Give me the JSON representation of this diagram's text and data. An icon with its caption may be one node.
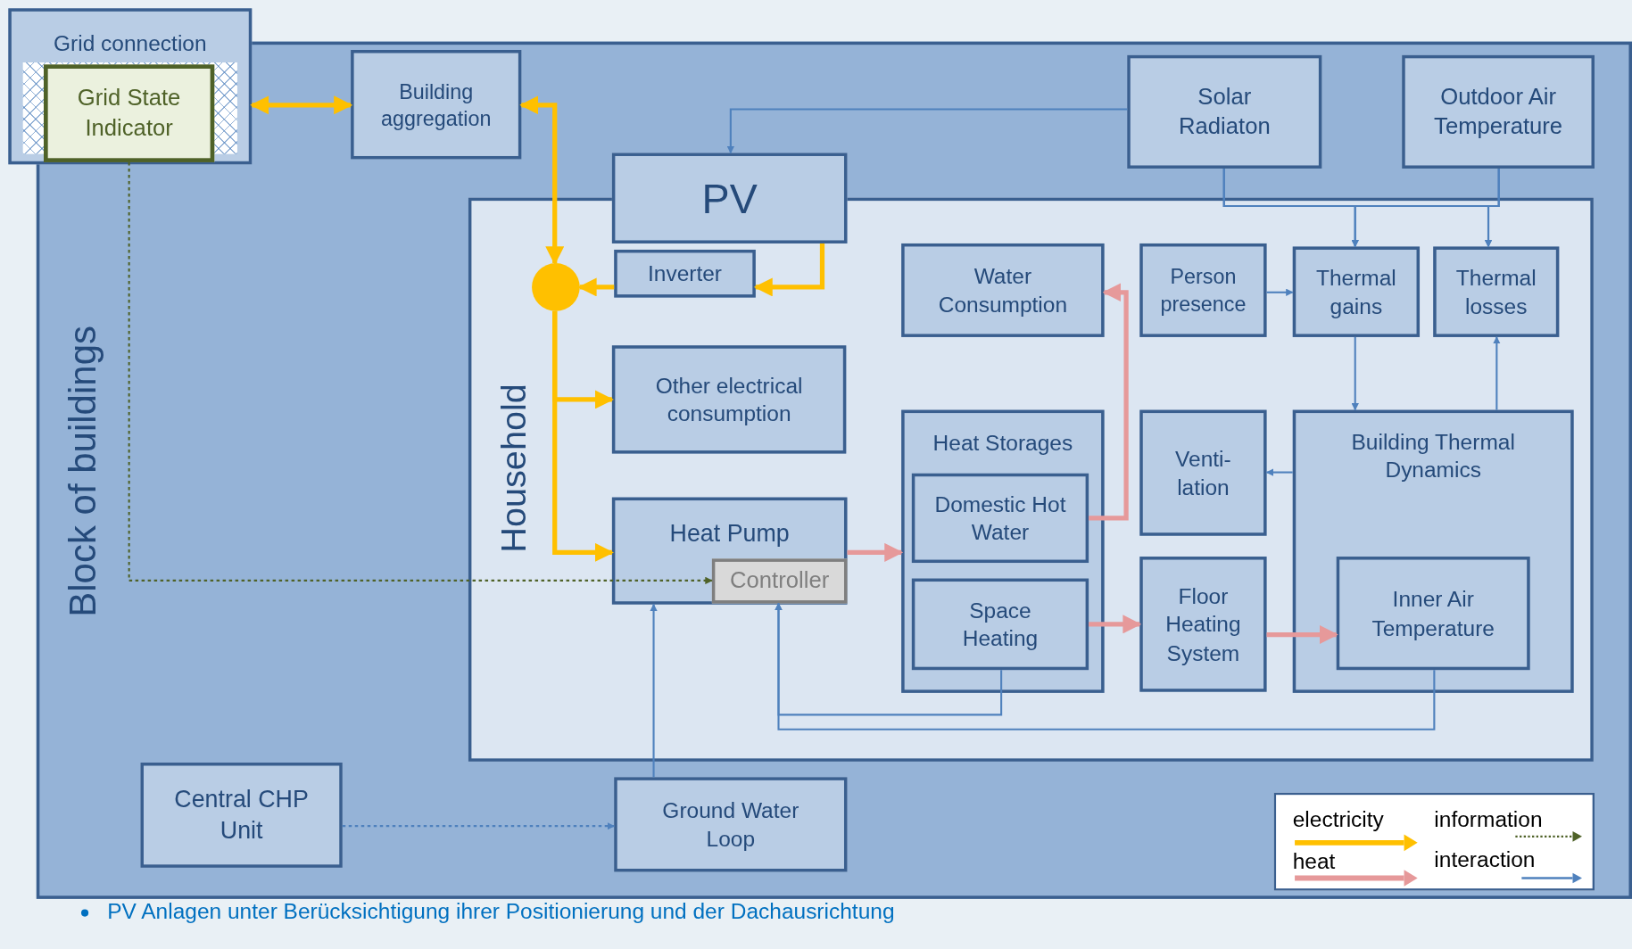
{
  "diagram": {
    "nodes": [
      {
        "text": [
          "Grid connection"
        ]
      },
      {
        "text": [
          "Grid State Indicator"
        ]
      },
      {
        "text": [
          "Block of buildings"
        ]
      },
      {
        "text": [
          "Building aggregation"
        ],
        "in": 2
      },
      {
        "text": [
          "Household"
        ],
        "in": 2
      },
      {
        "text": [
          "PV"
        ],
        "in": 2
      },
      {
        "text": [
          "Inverter"
        ],
        "in": 4
      },
      {
        "text": [],
        "shape": "circle",
        "in": 4
      },
      {
        "text": [
          "Other electrical consumption"
        ],
        "in": 4
      },
      {
        "text": [
          "Heat Pump"
        ],
        "in": 4
      },
      {
        "text": [
          "Controller"
        ],
        "in": 9
      },
      {
        "text": [
          "Solar Radiaton"
        ],
        "in": 2
      },
      {
        "text": [
          "Outdoor Air Temperature"
        ],
        "in": 2
      },
      {
        "text": [
          "Water Consumption"
        ],
        "in": 4
      },
      {
        "text": [
          "Person presence"
        ],
        "in": 4
      },
      {
        "text": [
          "Thermal gains"
        ],
        "in": 4
      },
      {
        "text": [
          "Thermal losses"
        ],
        "in": 4
      },
      {
        "text": [
          "Heat Storages"
        ],
        "in": 4
      },
      {
        "text": [
          "Domestic Hot Water"
        ],
        "in": 17
      },
      {
        "text": [
          "Space Heating"
        ],
        "in": 17
      },
      {
        "text": [
          "Venti- lation"
        ],
        "in": 4
      },
      {
        "text": [
          "Floor Heating System"
        ],
        "in": 4
      },
      {
        "text": [
          "Building Thermal Dynamics"
        ],
        "in": 4
      },
      {
        "text": [
          "Inner Air Temperature"
        ],
        "in": 22
      },
      {
        "text": [
          "Central CHP Unit"
        ],
        "in": 2
      },
      {
        "text": [
          "Ground Water Loop"
        ],
        "in": 2
      }
    ],
    "edges": [
      {
        "from": 0,
        "to": 3,
        "arrow": "both",
        "style": "thick",
        "color": "#ffc000"
      },
      {
        "from": 3,
        "to": 7,
        "arrow": "both",
        "style": "thick",
        "color": "#ffc000"
      },
      {
        "from": 6,
        "to": 7,
        "arrow": "to",
        "style": "thick",
        "color": "#ffc000"
      },
      {
        "from": 5,
        "to": 6,
        "arrow": "to",
        "style": "thick",
        "color": "#ffc000"
      },
      {
        "from": 7,
        "to": 8,
        "arrow": "to",
        "style": "thick",
        "color": "#ffc000"
      },
      {
        "from": 7,
        "to": 9,
        "arrow": "to",
        "style": "thick",
        "color": "#ffc000"
      },
      {
        "from": 1,
        "to": 10,
        "arrow": "to",
        "style": "dashed",
        "color": "#4f6228"
      },
      {
        "from": 11,
        "to": 5,
        "arrow": "to"
      },
      {
        "from": 11,
        "to": 15,
        "arrow": "to"
      },
      {
        "from": 11,
        "to": 16,
        "arrow": "to"
      },
      {
        "from": 12,
        "to": 15,
        "arrow": "to"
      },
      {
        "from": 12,
        "to": 16,
        "arrow": "to"
      },
      {
        "from": 14,
        "to": 15,
        "arrow": "to"
      },
      {
        "from": 15,
        "to": 22,
        "arrow": "to"
      },
      {
        "from": 22,
        "to": 16,
        "arrow": "to"
      },
      {
        "from": 22,
        "to": 20,
        "arrow": "to"
      },
      {
        "from": 9,
        "to": 17,
        "arrow": "to",
        "style": "thick",
        "color": "#e6999a"
      },
      {
        "from": 18,
        "to": 13,
        "arrow": "to",
        "style": "thick",
        "color": "#e6999a"
      },
      {
        "from": 19,
        "to": 21,
        "arrow": "to",
        "style": "thick",
        "color": "#e6999a"
      },
      {
        "from": 21,
        "to": 23,
        "arrow": "to",
        "style": "thick",
        "color": "#e6999a"
      },
      {
        "from": 19,
        "to": 10,
        "arrow": "to"
      },
      {
        "from": 23,
        "to": 10,
        "arrow": "to"
      },
      {
        "from": 25,
        "to": 9,
        "arrow": "to"
      },
      {
        "from": 24,
        "to": 25,
        "arrow": "to",
        "style": "dashed"
      }
    ],
    "labels": [
      "PV Anlagen unter Berücksichtigung ihrer Positionierung und der Dachausrichtung"
    ],
    "legend": [
      {
        "text": "electricity"
      },
      {
        "text": "information"
      },
      {
        "text": "heat"
      },
      {
        "text": "interaction"
      }
    ]
  }
}
